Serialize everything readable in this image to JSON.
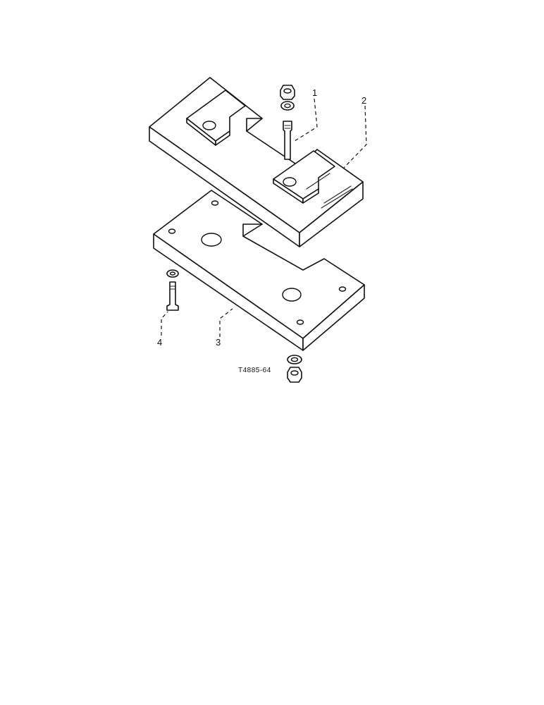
{
  "callouts": [
    {
      "id": "1",
      "text": "1"
    },
    {
      "id": "2",
      "text": "2"
    },
    {
      "id": "3",
      "text": "3"
    },
    {
      "id": "4",
      "text": "4"
    }
  ],
  "figure_ref": "T4885-64"
}
